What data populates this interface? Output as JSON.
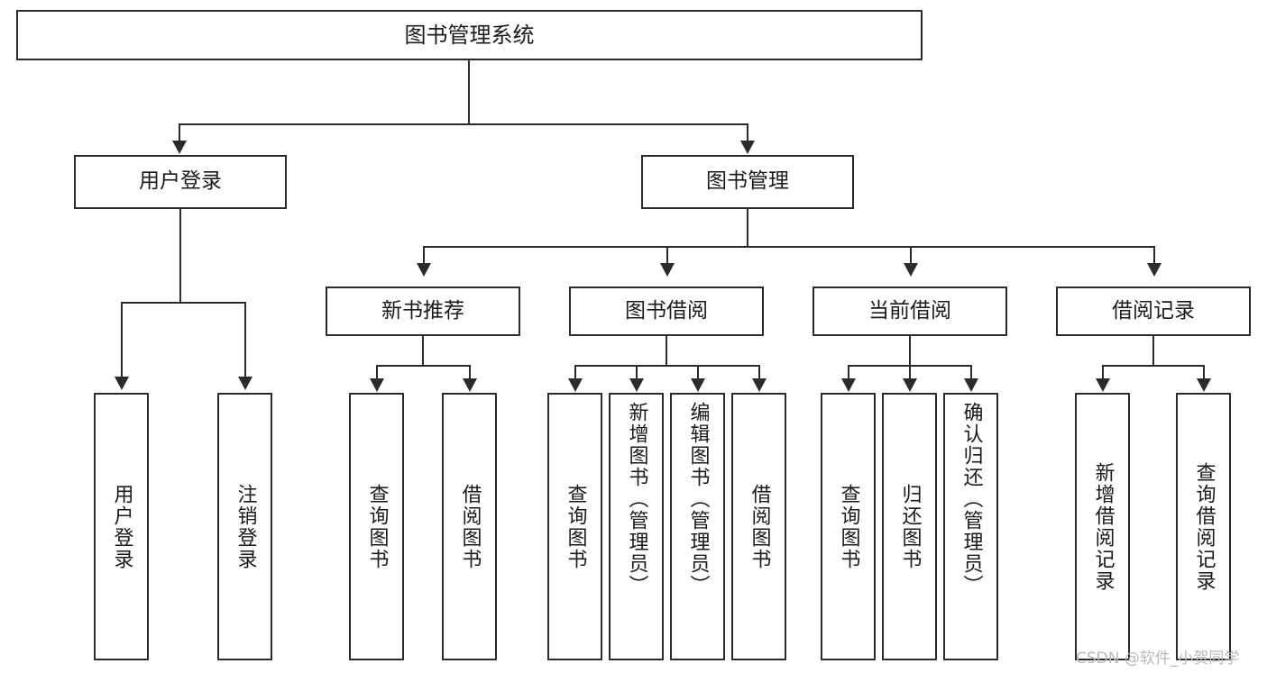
{
  "diagram": {
    "title": "图书管理系统",
    "type": "tree-hierarchy-chart",
    "root": {
      "label": "图书管理系统"
    },
    "level2": [
      {
        "label": "用户登录"
      },
      {
        "label": "图书管理"
      }
    ],
    "level3": [
      {
        "label": "新书推荐"
      },
      {
        "label": "图书借阅"
      },
      {
        "label": "当前借阅"
      },
      {
        "label": "借阅记录"
      }
    ],
    "leaves": {
      "user_login": [
        {
          "label": "用户登录"
        },
        {
          "label": "注销登录"
        }
      ],
      "new_book_recommend": [
        {
          "label": "查询图书"
        },
        {
          "label": "借阅图书"
        }
      ],
      "book_borrow": [
        {
          "label": "查询图书"
        },
        {
          "label": "新增图书（管理员）"
        },
        {
          "label": "编辑图书（管理员）"
        },
        {
          "label": "借阅图书"
        }
      ],
      "current_borrow": [
        {
          "label": "查询图书"
        },
        {
          "label": "归还图书"
        },
        {
          "label": "确认归还（管理员）"
        }
      ],
      "borrow_record": [
        {
          "label": "新增借阅记录"
        },
        {
          "label": "查询借阅记录"
        }
      ]
    }
  },
  "watermark": {
    "text": "CSDN @软件_小贺同学"
  },
  "colors": {
    "stroke": "#2b2b2b",
    "background": "#ffffff",
    "text": "#1a1a1a",
    "watermark": "#b9b9b9"
  }
}
